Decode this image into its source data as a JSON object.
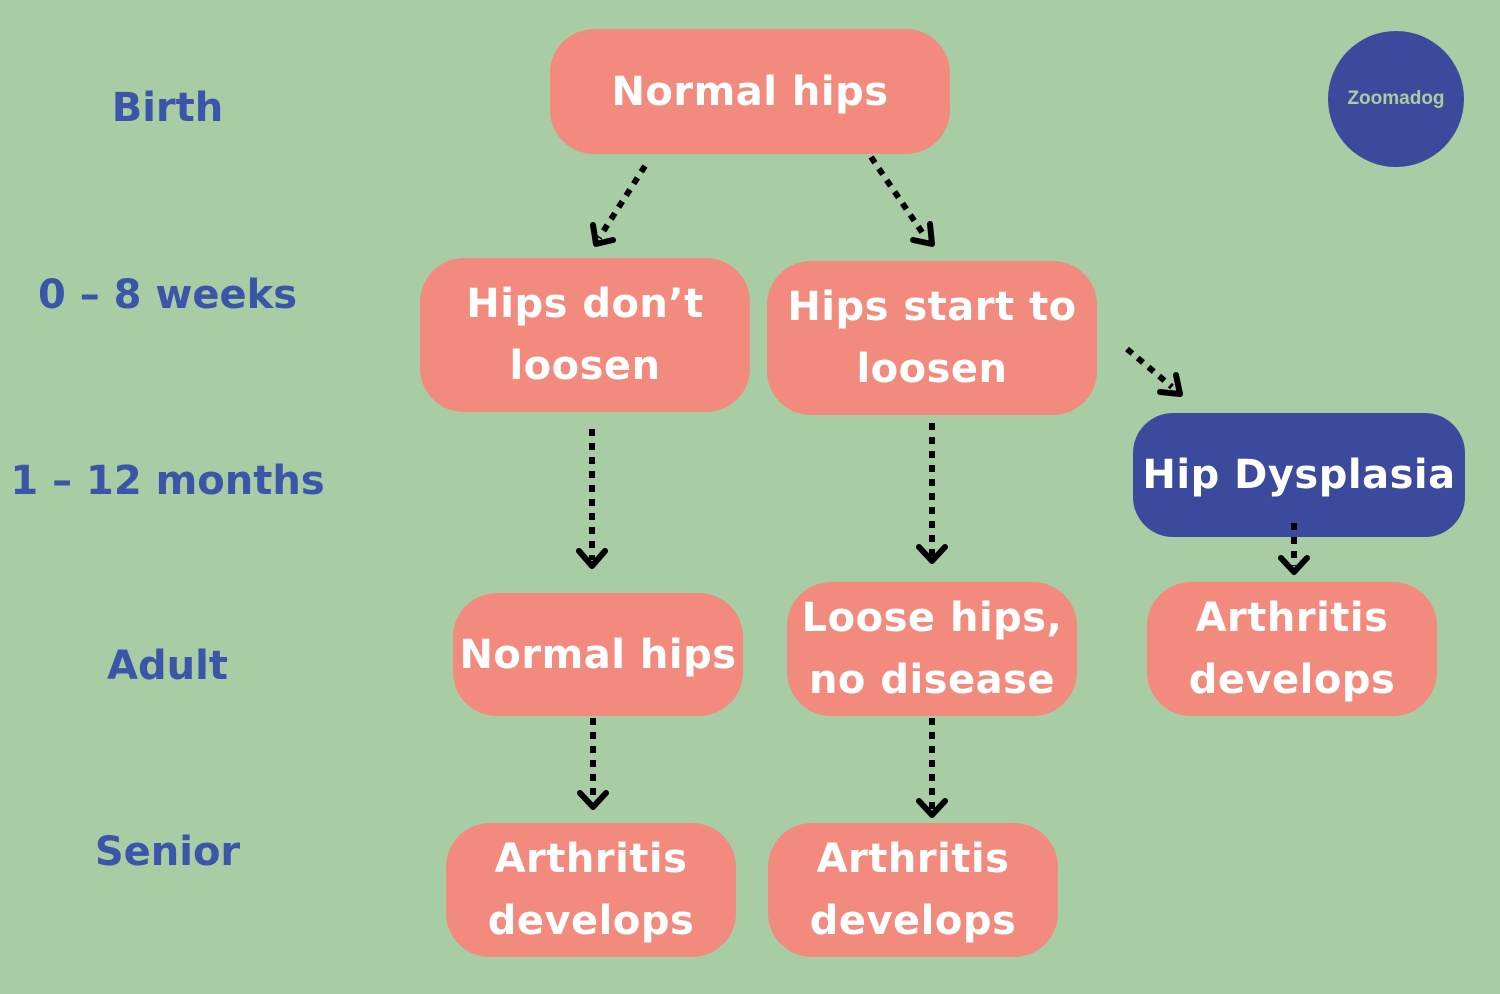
{
  "stages": [
    "Birth",
    "0 – 8 weeks",
    "1 – 12 months",
    "Adult",
    "Senior"
  ],
  "logo": "Zoomadog",
  "nodes": {
    "root": [
      "Normal hips"
    ],
    "hips_dont_loosen": [
      "Hips don’t",
      "loosen"
    ],
    "hips_start_loosen": [
      "Hips start to",
      "loosen"
    ],
    "hip_dysplasia": [
      "Hip Dysplasia"
    ],
    "adult_normal": [
      "Normal hips"
    ],
    "adult_loose": [
      "Loose hips,",
      "no disease"
    ],
    "adult_arthritis": [
      "Arthritis",
      "develops"
    ],
    "senior_arthritis_left": [
      "Arthritis",
      "develops"
    ],
    "senior_arthritis_mid": [
      "Arthritis",
      "develops"
    ]
  },
  "colors": {
    "background": "#a8cca3",
    "node": "#f28a7e",
    "highlight_node": "#3b4a9c",
    "stage_text": "#3b55a8",
    "arrow": "#000000"
  }
}
